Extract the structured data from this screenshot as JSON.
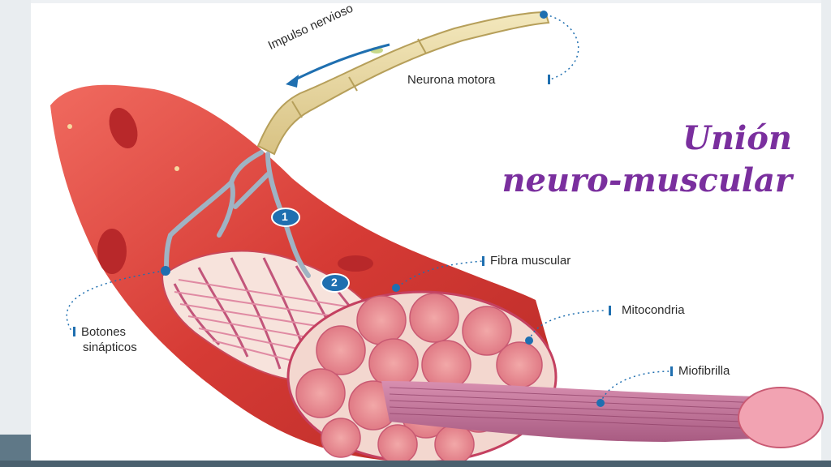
{
  "title": {
    "line1": "Unión",
    "line2": "neuro-muscular"
  },
  "labels": {
    "impulse": "Impulso nervioso",
    "motor_neuron": "Neurona motora",
    "muscle_fiber": "Fibra muscular",
    "mitochondria": "Mitocondria",
    "myofibril": "Miofibrilla",
    "synaptic_buttons_line1": "Botones",
    "synaptic_buttons_line2": "sinápticos"
  },
  "markers": {
    "marker1": "1",
    "marker2": "2"
  },
  "colors": {
    "title": "#7a2f9e",
    "muscle": "#d9453f",
    "neuron": "#e8d9a0",
    "marker": "#1f6fb0",
    "footer": "#5f7887"
  }
}
